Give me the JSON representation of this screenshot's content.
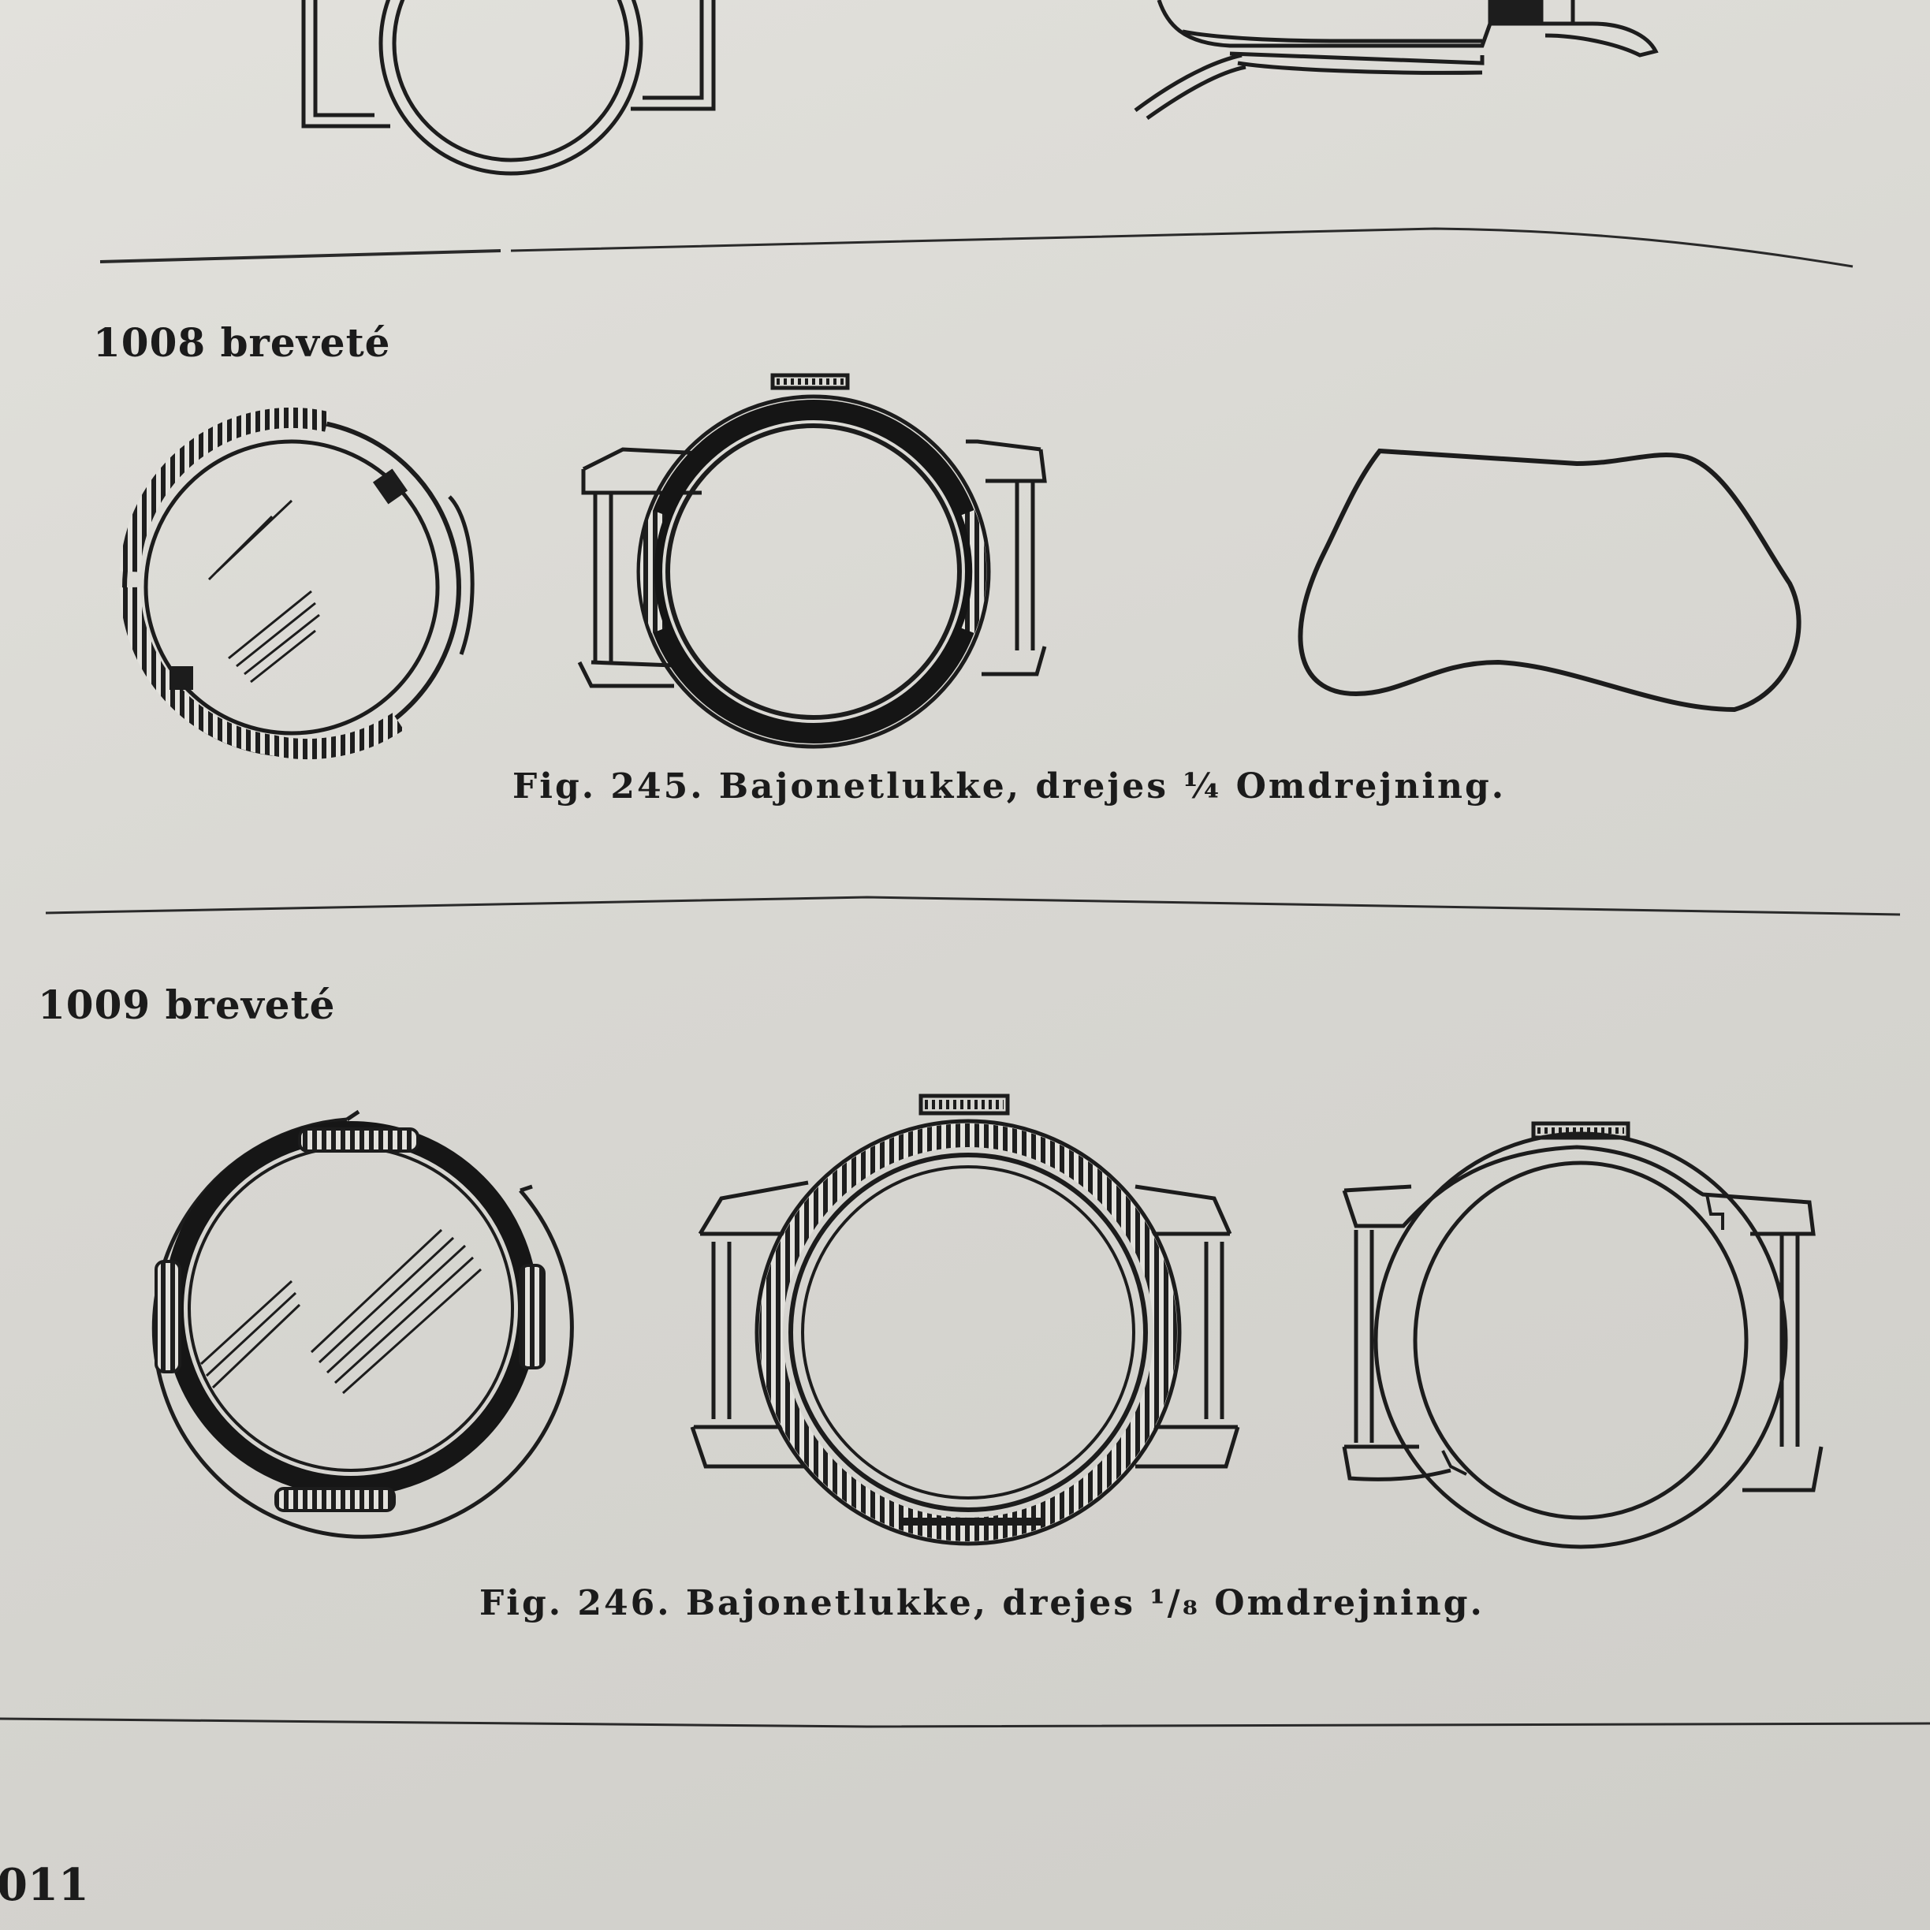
{
  "sections": [
    {
      "number": "1008",
      "mark": "breveté",
      "caption": "Fig. 245. Bajonetlukke, drejes ¼ Omdrejning."
    },
    {
      "number": "1009",
      "mark": "breveté",
      "caption": "Fig. 246. Bajonetlukke, drejes ¹/₈ Omdrejning."
    }
  ],
  "footer": {
    "next_number_partial": "011"
  }
}
